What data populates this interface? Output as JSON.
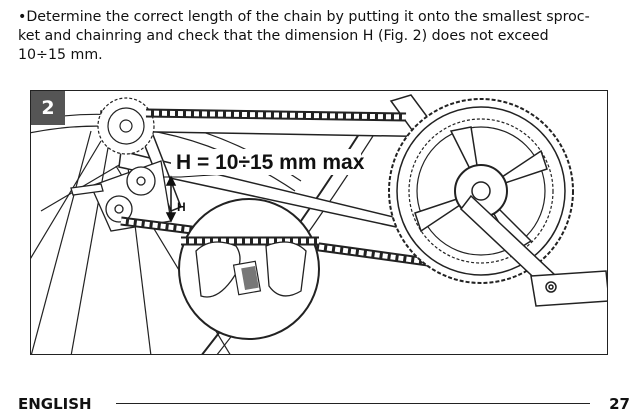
{
  "instruction": {
    "line1": "•Determine the correct length of the chain by putting it onto the smallest sproc-",
    "line2": "ket and chainring and check that the dimension H (Fig. 2) does not exceed",
    "line3": "10÷15 mm."
  },
  "figure": {
    "number": "2",
    "callout": "H = 10÷15 mm max",
    "dimension_letter": "H"
  },
  "footer": {
    "language": "ENGLISH",
    "page_number": "27"
  }
}
